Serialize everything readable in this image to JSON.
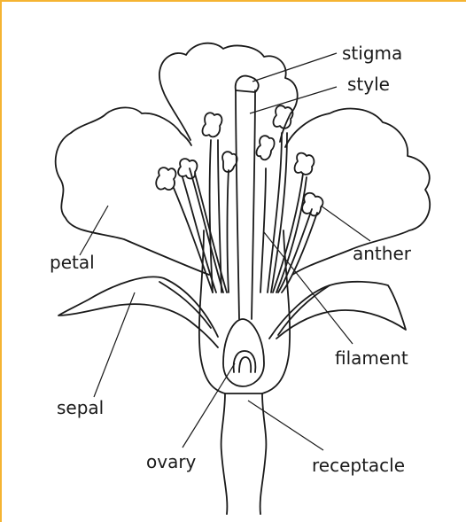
{
  "diagram": {
    "labels": {
      "stigma": "stigma",
      "style": "style",
      "anther": "anther",
      "petal": "petal",
      "filament": "filament",
      "sepal": "sepal",
      "ovary": "ovary",
      "receptacle": "receptacle"
    },
    "colors": {
      "border": "#f5b432",
      "stroke": "#1a1a1a",
      "background": "#ffffff"
    }
  }
}
